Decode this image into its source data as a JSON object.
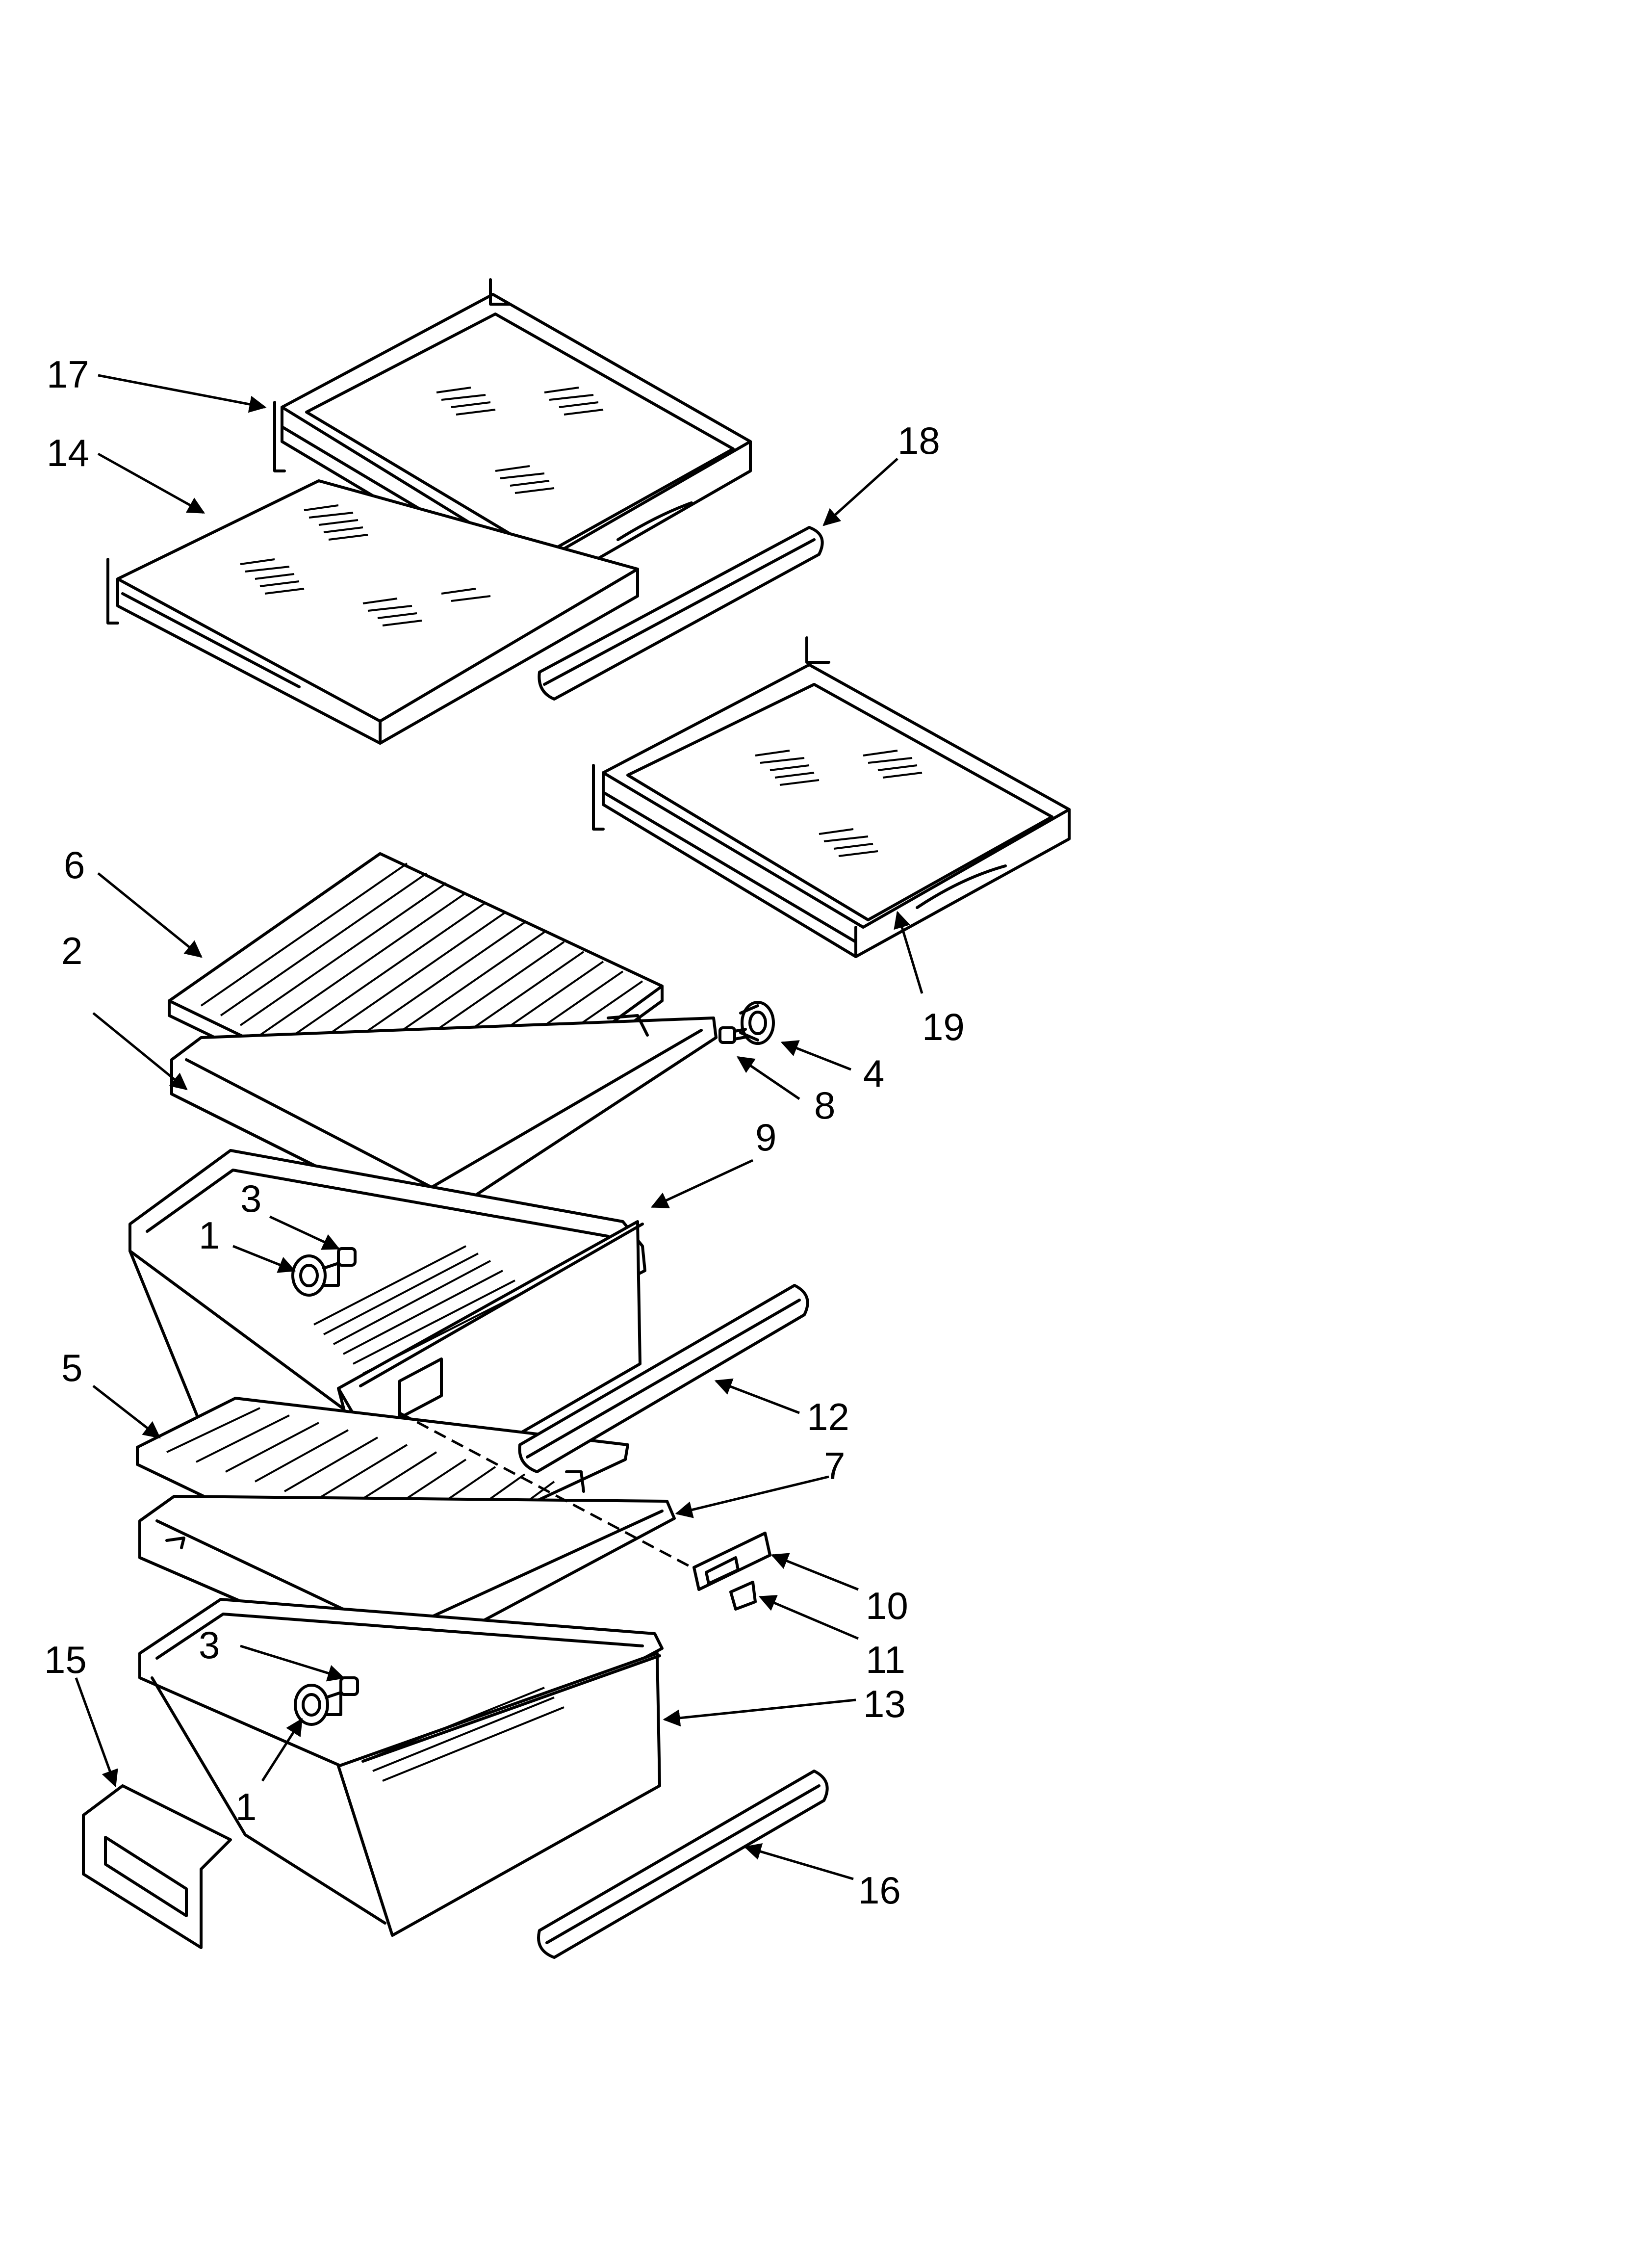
{
  "callouts": [
    {
      "id": "17",
      "label": "17"
    },
    {
      "id": "14",
      "label": "14"
    },
    {
      "id": "18",
      "label": "18"
    },
    {
      "id": "6",
      "label": "6"
    },
    {
      "id": "2",
      "label": "2"
    },
    {
      "id": "19",
      "label": "19"
    },
    {
      "id": "4",
      "label": "4"
    },
    {
      "id": "8",
      "label": "8"
    },
    {
      "id": "9",
      "label": "9"
    },
    {
      "id": "3a",
      "label": "3"
    },
    {
      "id": "1a",
      "label": "1"
    },
    {
      "id": "5",
      "label": "5"
    },
    {
      "id": "12",
      "label": "12"
    },
    {
      "id": "7",
      "label": "7"
    },
    {
      "id": "10",
      "label": "10"
    },
    {
      "id": "11",
      "label": "11"
    },
    {
      "id": "15",
      "label": "15"
    },
    {
      "id": "3b",
      "label": "3"
    },
    {
      "id": "13",
      "label": "13"
    },
    {
      "id": "1b",
      "label": "1"
    },
    {
      "id": "16",
      "label": "16"
    }
  ],
  "parts": [
    "shelf-17",
    "shelf-14",
    "trim-18",
    "shelf-19",
    "cover-6",
    "frame-2",
    "roller-4",
    "bolt-8",
    "crisper-drawer-9",
    "roller-1-upper",
    "bolt-3-upper",
    "cover-5",
    "frame-7",
    "trim-12",
    "bracket-10",
    "clip-11",
    "label-15",
    "roller-1-lower",
    "bolt-3-lower",
    "crisper-drawer-13",
    "trim-16"
  ]
}
